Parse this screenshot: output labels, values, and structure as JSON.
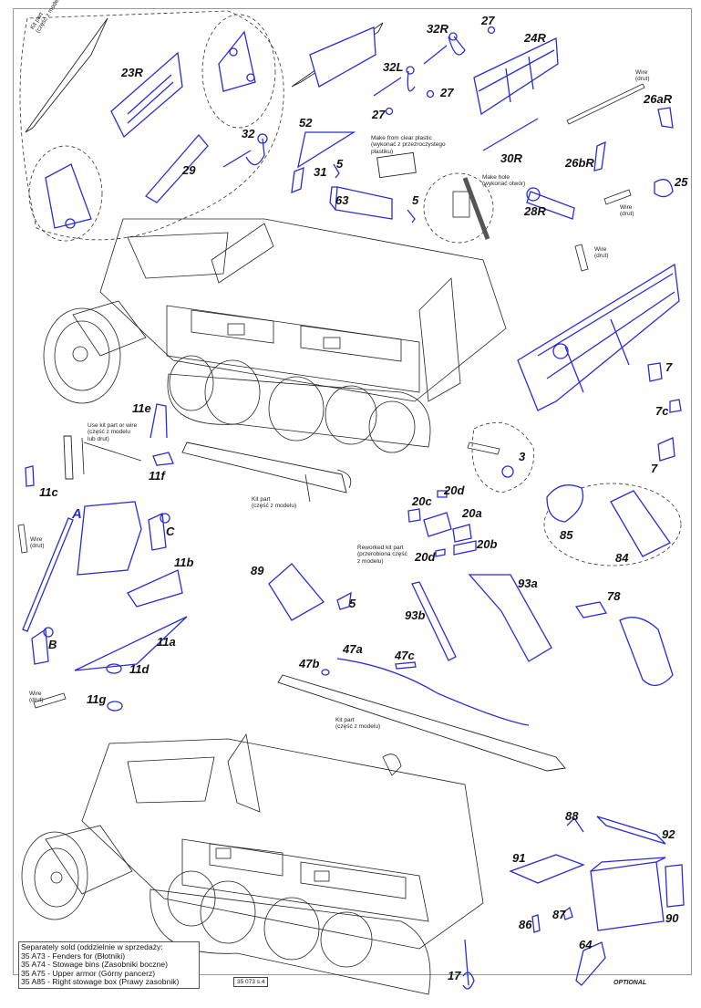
{
  "sheet": {
    "page_code": "35 073 s.4",
    "legend": {
      "title": "Separately sold (oddzielnie w sprzedaży:",
      "items": [
        "35 A73 - Fenders for  (Błotniki)",
        "35 A74 - Stowage bins (Zasobniki boczne)",
        "35 A75 - Upper armor (Górny pancerz)",
        "35 A85 - Right stowage box (Prawy zasobnik)"
      ]
    },
    "colors": {
      "part_line": "#2b2bd6",
      "kit_line": "#222222",
      "frame": "#9a9a9a"
    }
  },
  "notes": {
    "kit_part_top": "Kit part\n(część z modelu)",
    "clear_plastic": "Make from clear plastic\n(wykonać z przezroczystego\nplastiku)",
    "make_hole": "Make hole\n(wykonać otwór)",
    "wire_1": "Wire\n(drut)",
    "wire_2": "Wire\n(drut)",
    "wire_3": "Wire\n(drut)",
    "wire_left": "Wire\n(drut)",
    "wire_bottom_left": "Wire\n(drut)",
    "use_kit_part": "Use kit part or wire\n(część z modelu\nlub drut)",
    "kit_part_mg": "Kit part\n(część z modelu)",
    "reworked": "Reworked kit part\n(przerobiona część\nz modelu)",
    "kit_part_rifle": "Kit part\n(część z modelu)",
    "optional": "OPTIONAL"
  },
  "parts": {
    "p23R": "23R",
    "p29": "29",
    "p32": "32",
    "p52": "52",
    "p31": "31",
    "p5a": "5",
    "p5b": "5",
    "p63": "63",
    "p32R": "32R",
    "p32L": "32L",
    "p27a": "27",
    "p27b": "27",
    "p27c": "27",
    "p24R": "24R",
    "p30R": "30R",
    "p26aR": "26aR",
    "p26bR": "26bR",
    "p25": "25",
    "p28R": "28R",
    "p7a": "7",
    "p7c": "7c",
    "p7b": "7",
    "p3": "3",
    "p11e": "11e",
    "p11f": "11f",
    "p11c": "11c",
    "pA": "A",
    "pC": "C",
    "pB": "B",
    "p11b": "11b",
    "p11a": "11a",
    "p11d": "11d",
    "p11g": "11g",
    "p20c": "20c",
    "p20d1": "20d",
    "p20a": "20a",
    "p20b": "20b",
    "p20d2": "20d",
    "p85": "85",
    "p84": "84",
    "p89": "89",
    "p5c": "5",
    "p93a": "93a",
    "p93b": "93b",
    "p78": "78",
    "p47a": "47a",
    "p47b": "47b",
    "p47c": "47c",
    "p88": "88",
    "p92": "92",
    "p91": "91",
    "p90": "90",
    "p87": "87",
    "p86": "86",
    "p64": "64",
    "p17": "17"
  }
}
